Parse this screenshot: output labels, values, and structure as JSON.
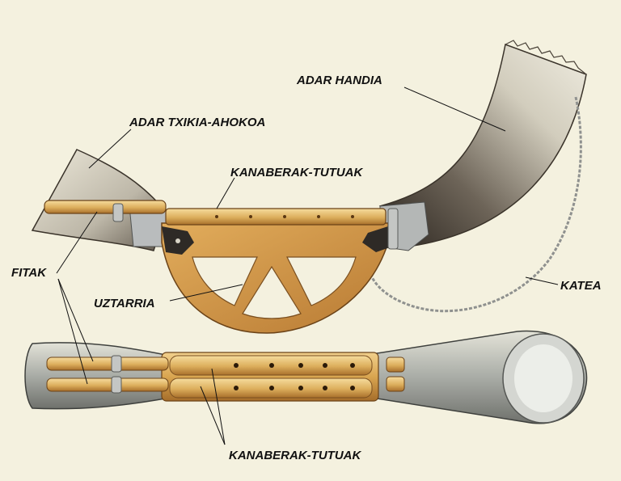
{
  "labels": {
    "adar_handia": "ADAR HANDIA",
    "adar_txikia": "ADAR TXIKIA-AHOKOA",
    "kanaberak_top": "KANABERAK-TUTUAK",
    "fitak": "FITAK",
    "uztarria": "UZTARRIA",
    "katea": "KATEA",
    "kanaberak_bottom": "KANABERAK-TUTUAK"
  },
  "colors": {
    "background": "#f4f1df",
    "horn_light": "#e9e6d6",
    "horn_dark": "#2a241e",
    "wood_light": "#e8c27a",
    "wood_mid": "#cc9443",
    "wood_dark": "#8a5a22",
    "metal": "#b9bcbd",
    "label": "#111111"
  }
}
